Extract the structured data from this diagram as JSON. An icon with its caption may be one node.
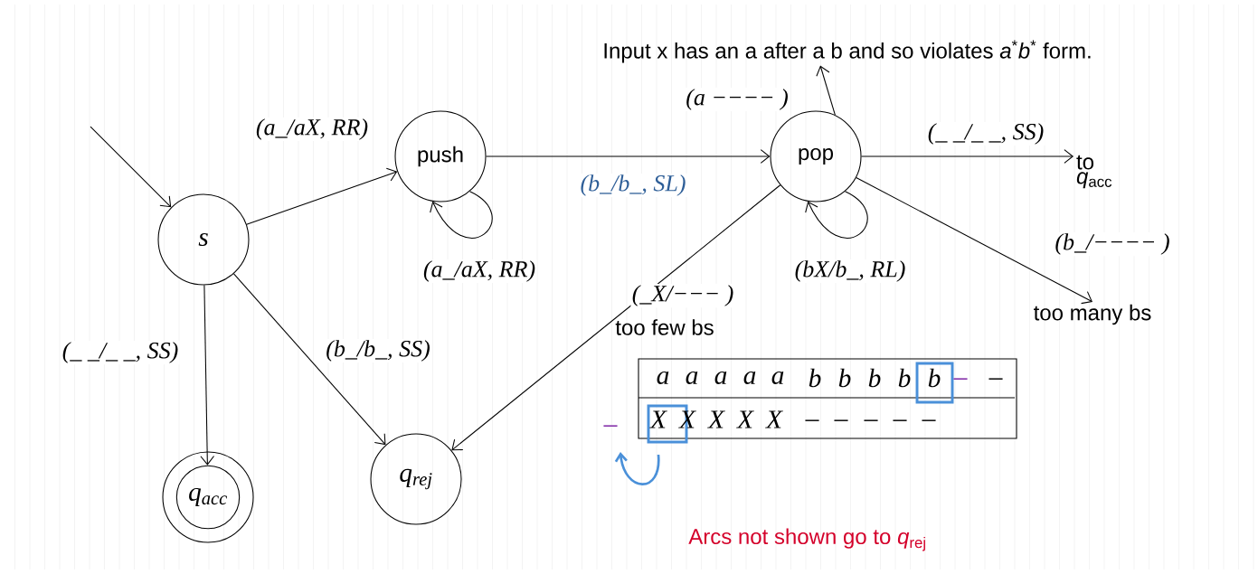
{
  "diagram": {
    "nodes": [
      {
        "text": [
          "s"
        ]
      },
      {
        "text": [
          "push"
        ]
      },
      {
        "text": [
          "pop"
        ]
      },
      {
        "text": [
          "q$_{acc}$"
        ]
      },
      {
        "text": [
          "q$_{rej}$"
        ]
      },
      {
        "text": [
          "Input x has an a after a b and so violates *a*$^{*}$*b*$^{*}$ form."
        ]
      },
      {
        "text": [
          "to *q*$_{acc}$"
        ]
      },
      {
        "text": [
          "too many bs"
        ]
      }
    ],
    "edges": [
      {
        "from": null,
        "to": 0,
        "arrow": "to"
      },
      {
        "from": 0,
        "to": 1,
        "arrow": "to",
        "label": "(a_/aX, RR)"
      },
      {
        "from": 1,
        "to": 1,
        "arrow": "to",
        "label": "(a_/aX, RR)"
      },
      {
        "from": 1,
        "to": 2,
        "arrow": "to",
        "label": "(b_/b_, SL)"
      },
      {
        "from": 2,
        "to": 2,
        "arrow": "to",
        "label": "(bX/b_, RL)"
      },
      {
        "from": 2,
        "to": 5,
        "arrow": "to",
        "label": "(a −−−− )"
      },
      {
        "from": 2,
        "to": 6,
        "arrow": "to",
        "label": "(_ _/_ _, SS)"
      },
      {
        "from": 2,
        "to": 7,
        "arrow": "to",
        "label": "(b_/−−−− )"
      },
      {
        "from": 2,
        "to": 4,
        "arrow": "to",
        "label": "(_X/−−− )"
      },
      {
        "from": 0,
        "to": 3,
        "arrow": "to",
        "label": "(_ _/_ _, SS)"
      },
      {
        "from": 0,
        "to": 4,
        "arrow": "to",
        "label": "(b_/b_, SS)"
      }
    ],
    "labels": [
      "too few bs",
      "a",
      "a",
      "a",
      "a",
      "a",
      "b",
      "b",
      "b",
      "b",
      "b",
      "_",
      "_",
      "_",
      "X",
      "X",
      "X",
      "X",
      "X",
      "_",
      "_",
      "_",
      "_",
      "_",
      "Arcs not shown go to *q*$_{rej}$"
    ]
  }
}
